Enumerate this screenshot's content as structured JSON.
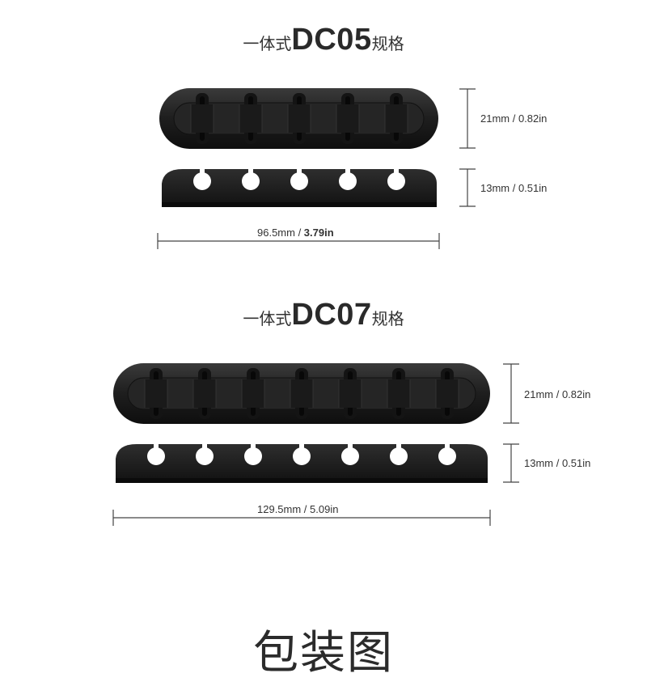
{
  "sections": [
    {
      "title_prefix": "一体式",
      "model": "DC05",
      "title_suffix": "规格",
      "top_height": "21mm / 0.82in",
      "side_height": "13mm / 0.51in",
      "width_mm": "96.5mm / ",
      "width_in": "3.79in",
      "slots": 5
    },
    {
      "title_prefix": "一体式",
      "model": "DC07",
      "title_suffix": "规格",
      "top_height": "21mm / 0.82in",
      "side_height": "13mm / 0.51in",
      "width_label": "129.5mm / 5.09in",
      "slots": 7
    }
  ],
  "footer": "包装图",
  "colors": {
    "product": "#1c1c1c",
    "dimension_line": "#444444"
  }
}
